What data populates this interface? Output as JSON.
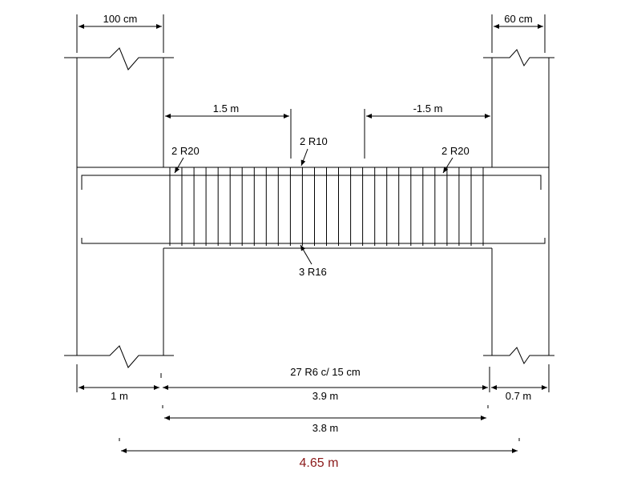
{
  "dimensions": {
    "left_column_width": "100 cm",
    "right_column_width": "60 cm",
    "left_zone": "1.5 m",
    "right_zone": "-1.5 m",
    "stirrups": "27 R6 c/ 15 cm",
    "left_bottom": "1 m",
    "middle_bottom": "3.9 m",
    "right_bottom": "0.7 m",
    "clear_span": "3.8 m",
    "total_span": "4.65 m"
  },
  "rebar": {
    "top_left": "2 R20",
    "top_mid": "2 R10",
    "top_right": "2 R20",
    "bottom": "3 R16"
  },
  "colors": {
    "line": "#000000",
    "total_span": "#8b1a1a"
  }
}
